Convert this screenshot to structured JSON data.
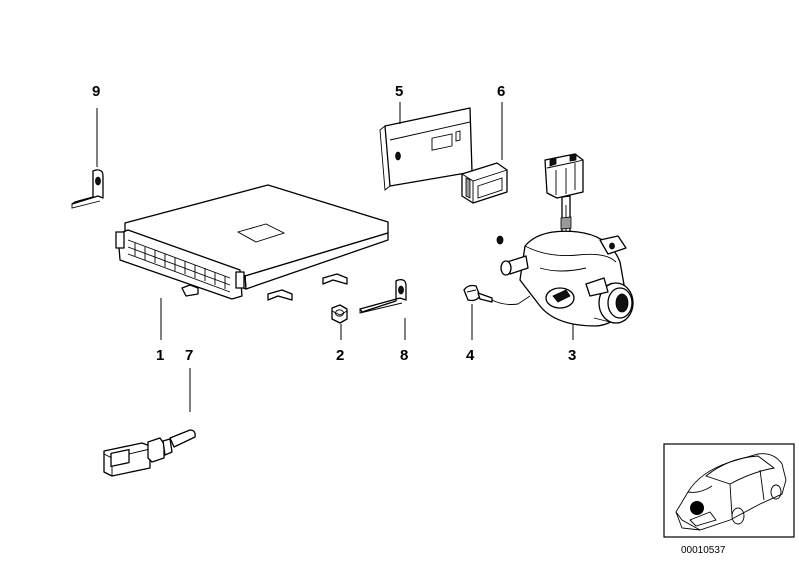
{
  "labels": {
    "p1": "1",
    "p2": "2",
    "p3": "3",
    "p4": "4",
    "p5": "5",
    "p6": "6",
    "p7": "7",
    "p8": "8",
    "p9": "9"
  },
  "inset": {
    "reference": "00010537"
  }
}
